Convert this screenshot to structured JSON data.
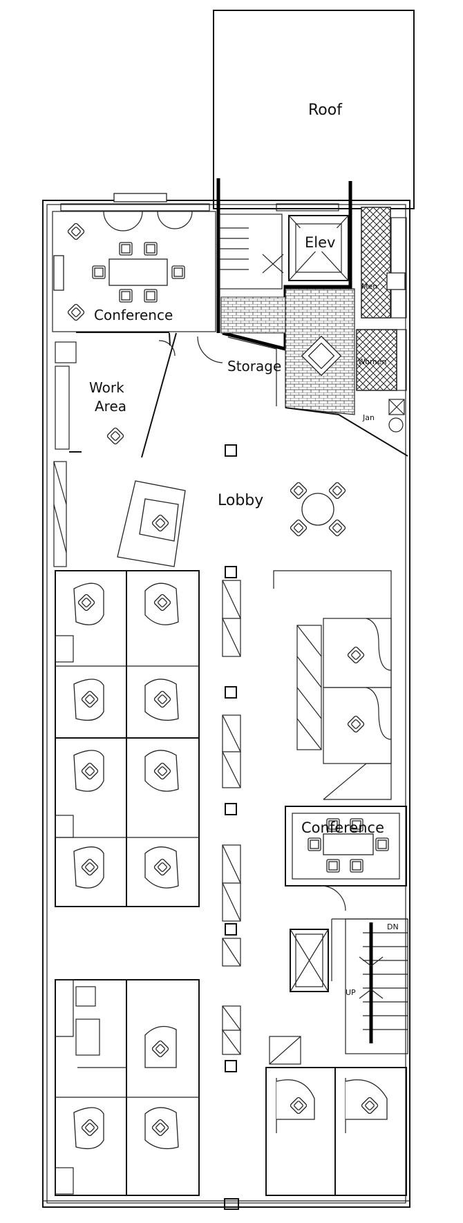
{
  "labels": {
    "roof": "Roof",
    "elev": "Elev",
    "men": "Men",
    "women": "Women",
    "conference_top": "Conference",
    "storage": "Storage",
    "work_area_line1": "Work",
    "work_area_line2": "Area",
    "jan": "Jan",
    "lobby": "Lobby",
    "conference_right": "Conference",
    "dn_top": "DN",
    "up_top": "UP",
    "dn_stair": "DN",
    "up_stair": "UP"
  }
}
